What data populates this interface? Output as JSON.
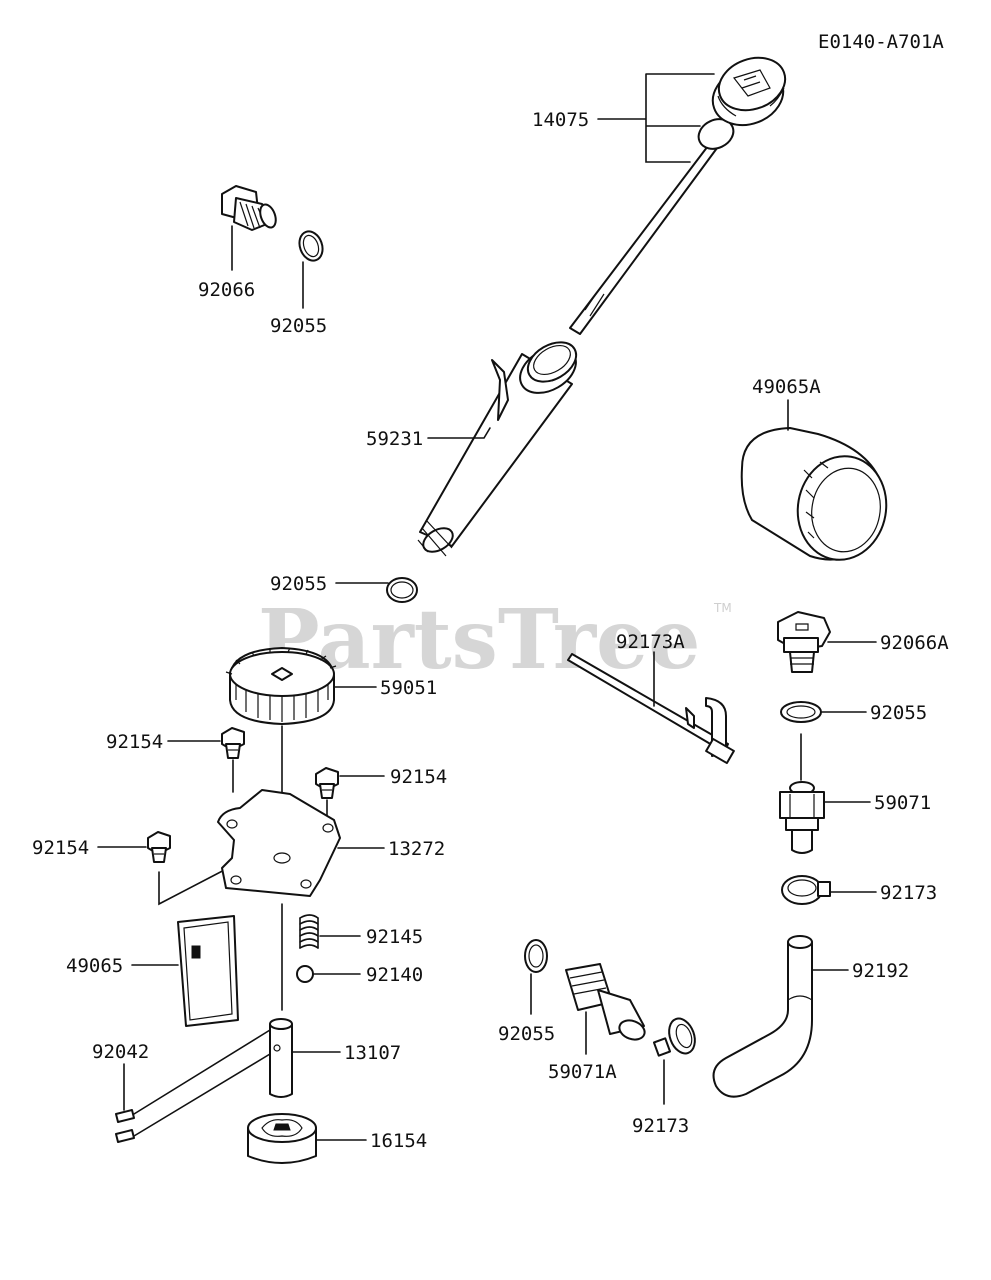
{
  "diagram_code": "E0140-A701A",
  "watermark": {
    "text": "PartsTree",
    "trademark": "TM",
    "color": "#d6d6d6"
  },
  "labels": {
    "l14075": "14075",
    "l92066": "92066",
    "l92055a": "92055",
    "l49065A": "49065A",
    "l59231": "59231",
    "l92055b": "92055",
    "l92173A": "92173A",
    "l92066A": "92066A",
    "l59051": "59051",
    "l92055c": "92055",
    "l92154a": "92154",
    "l92154b": "92154",
    "l59071": "59071",
    "l92154c": "92154",
    "l13272": "13272",
    "l92173a": "92173",
    "l92145": "92145",
    "l49065": "49065",
    "l92140": "92140",
    "l92192": "92192",
    "l92055d": "92055",
    "l92042": "92042",
    "l13107": "13107",
    "l59071A": "59071A",
    "l92173b": "92173",
    "l16154": "16154"
  }
}
